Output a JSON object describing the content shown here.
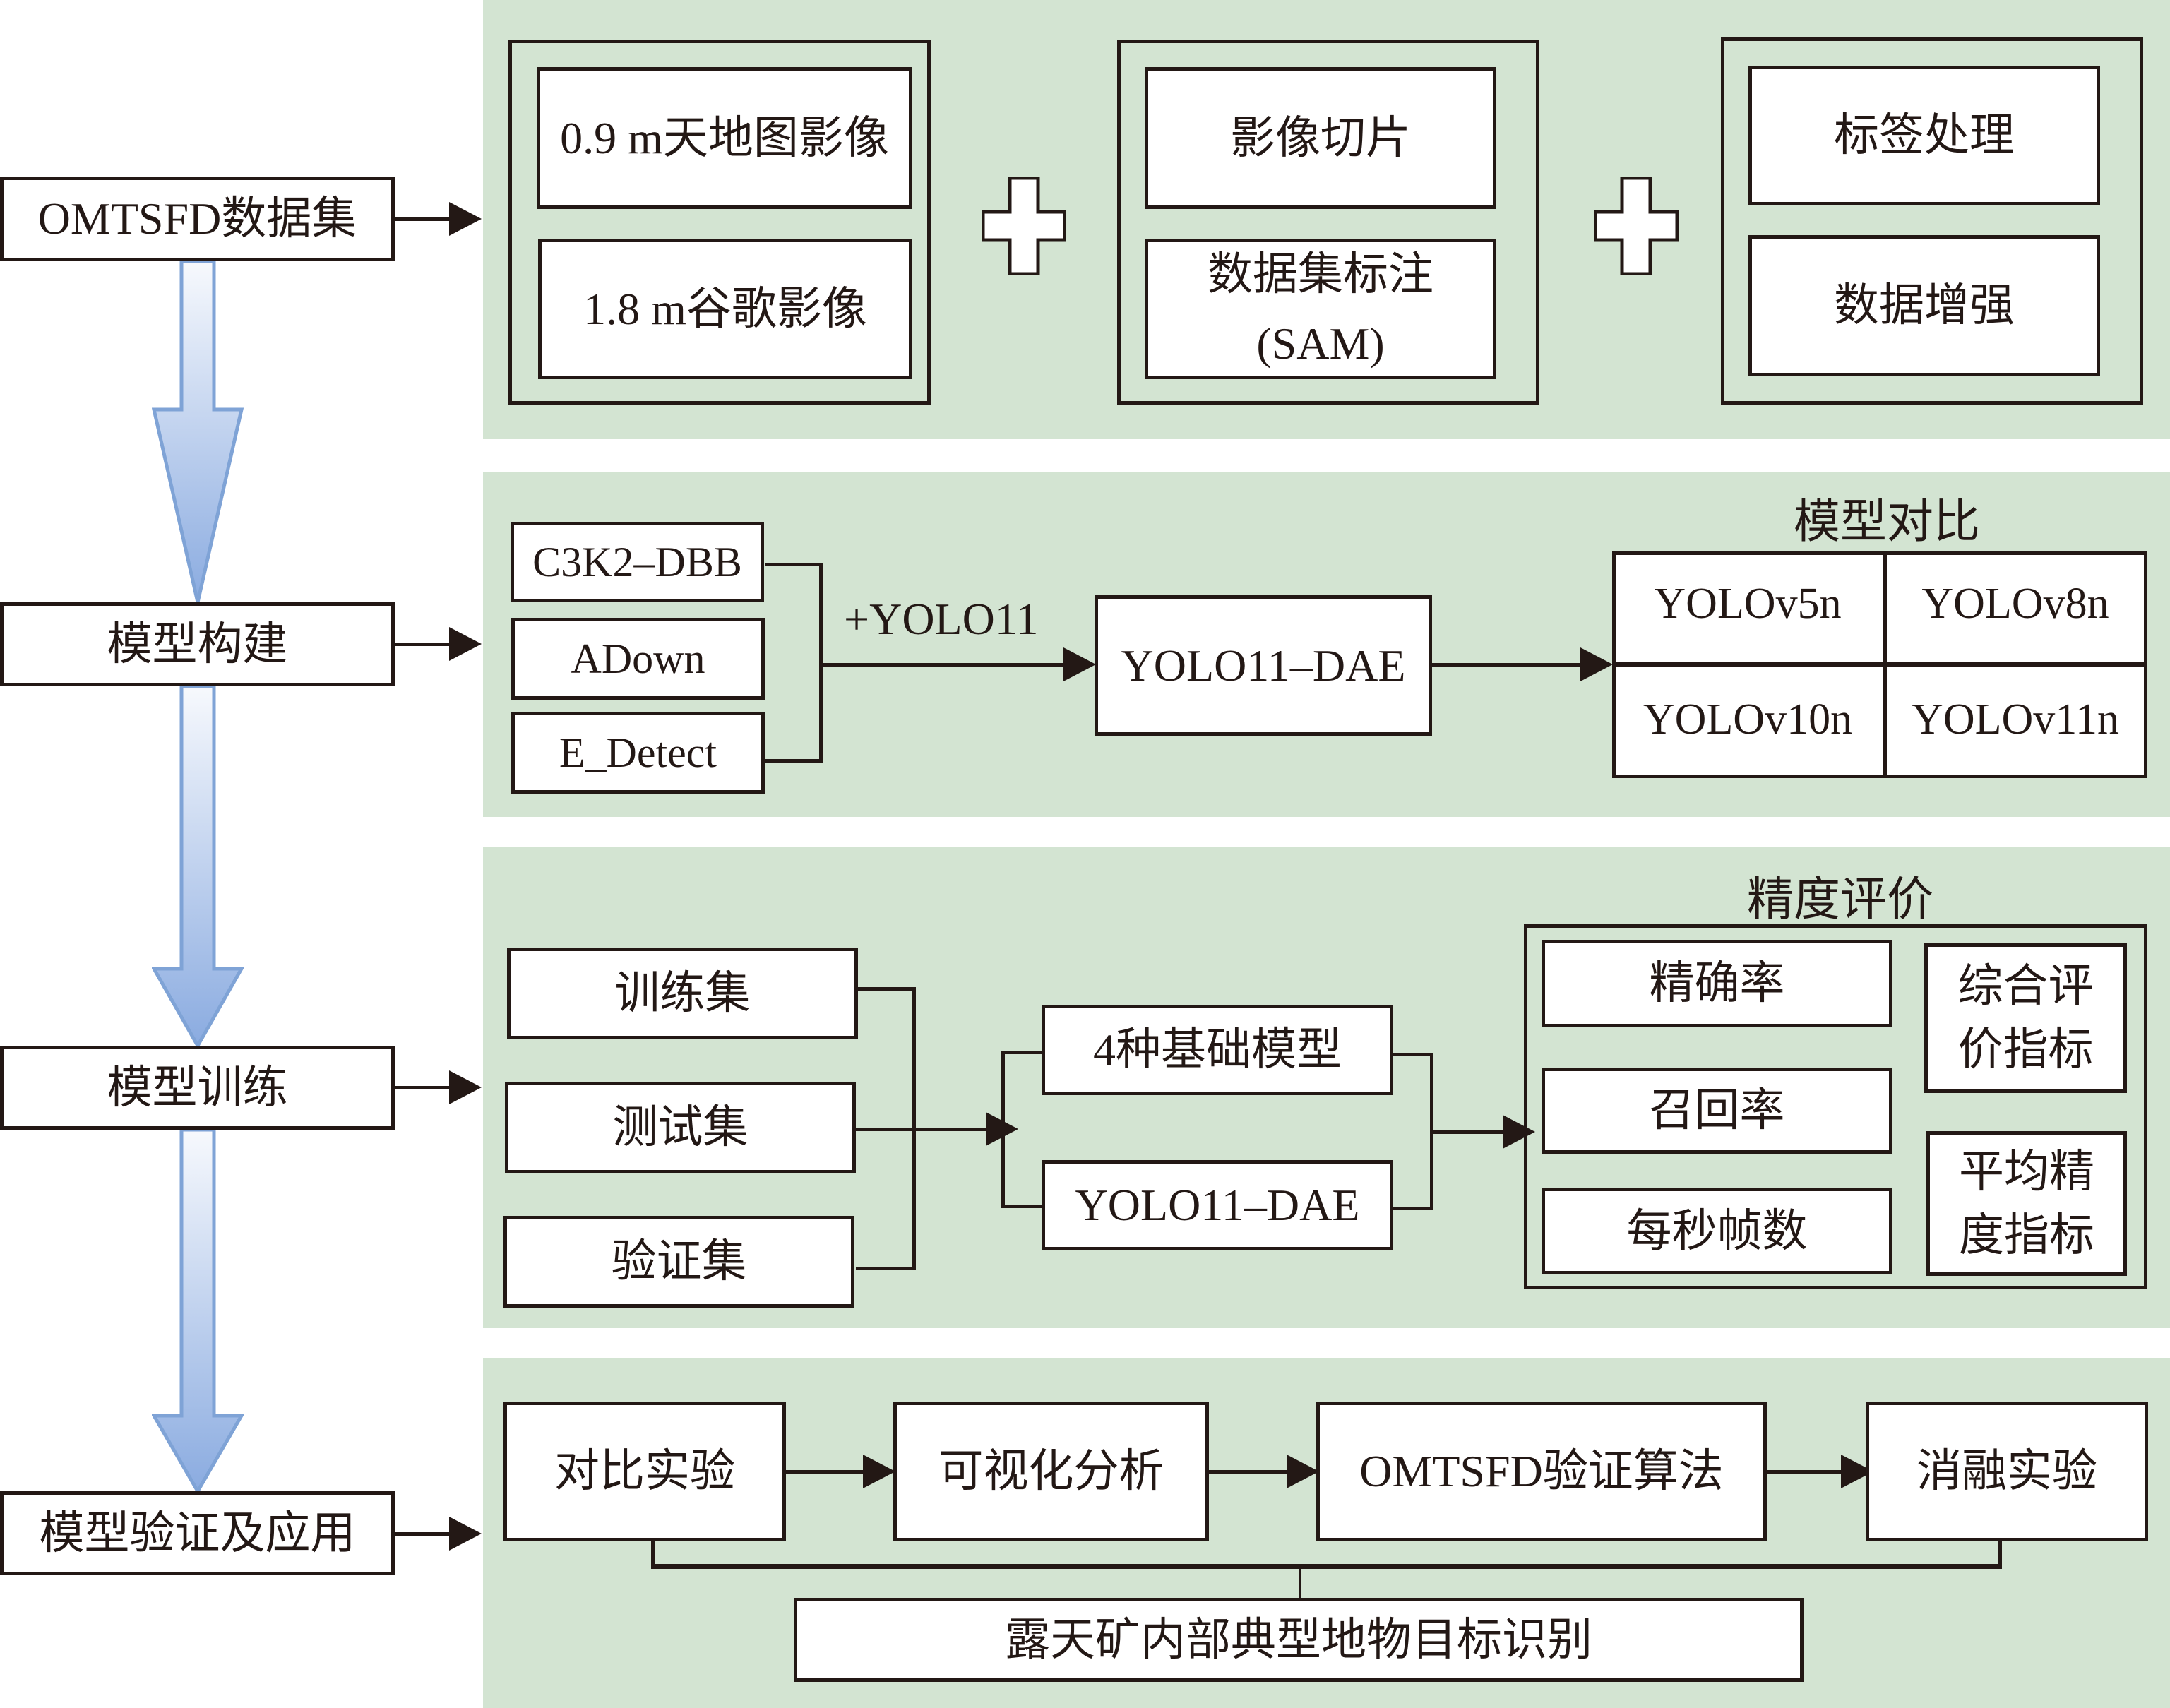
{
  "left_column": {
    "stages": [
      {
        "label": "OMTSFD数据集"
      },
      {
        "label": "模型构建"
      },
      {
        "label": "模型训练"
      },
      {
        "label": "模型验证及应用"
      }
    ]
  },
  "dataset_panel": {
    "group1": [
      "0.9 m天地图影像",
      "1.8 m谷歌影像"
    ],
    "group2": [
      "影像切片",
      "数据集标注",
      "(SAM)"
    ],
    "group3": [
      "标签处理",
      "数据增强"
    ],
    "plus_icon": "plus-icon"
  },
  "build_panel": {
    "modules": [
      "C3K2–DBB",
      "ADown",
      "E_Detect"
    ],
    "connector_label": "+YOLO11",
    "result": "YOLO11–DAE",
    "comparison_title": "模型对比",
    "comparison_models": [
      "YOLOv5n",
      "YOLOv8n",
      "YOLOv10n",
      "YOLOv11n"
    ]
  },
  "train_panel": {
    "datasets": [
      "训练集",
      "测试集",
      "验证集"
    ],
    "models": [
      "4种基础模型",
      "YOLO11–DAE"
    ],
    "eval_title": "精度评价",
    "metrics": [
      "精确率",
      "召回率",
      "每秒帧数"
    ],
    "indicators": [
      "综合评\n价指标",
      "平均精\n度指标"
    ]
  },
  "validate_panel": {
    "steps": [
      "对比实验",
      "可视化分析",
      "OMTSFD验证算法",
      "消融实验"
    ],
    "outcome": "露天矿内部典型地物目标识别"
  },
  "colors": {
    "panel_bg": "#d3e4d2",
    "stroke": "#231815",
    "arrow_blue_top": "#f5f8fd",
    "arrow_blue_bottom": "#8eaee0",
    "arrow_blue_edge": "#7fa3d6"
  }
}
